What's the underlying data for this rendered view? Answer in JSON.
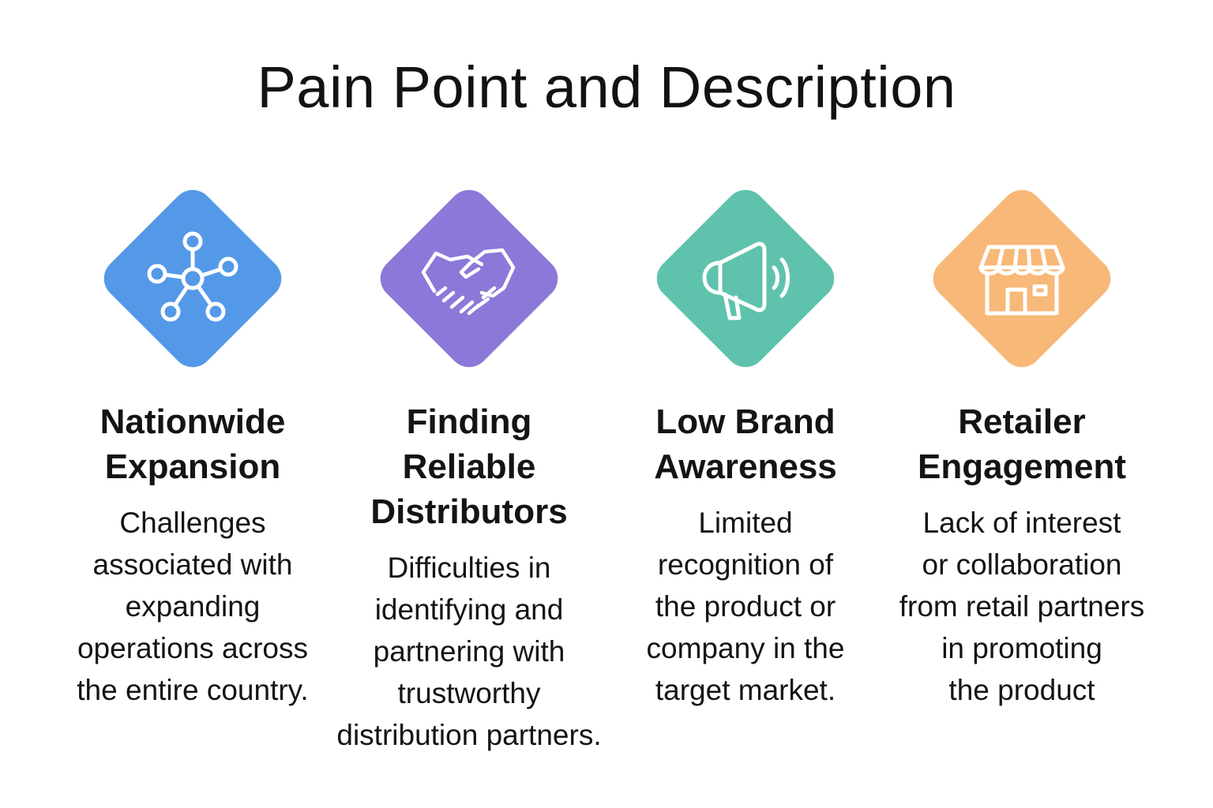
{
  "title": "Pain Point and Description",
  "colors": {
    "blue": "#5499E8",
    "purple": "#8C78D8",
    "teal": "#5FC2AD",
    "orange": "#F8B878",
    "icon_stroke": "#ffffff"
  },
  "cards": [
    {
      "icon": "network-hub-icon",
      "color": "#5499E8",
      "heading": "Nationwide\nExpansion",
      "description": "Challenges\nassociated with\nexpanding\noperations across\nthe entire country."
    },
    {
      "icon": "handshake-icon",
      "color": "#8C78D8",
      "heading": "Finding\nReliable\nDistributors",
      "description": "Difficulties in\nidentifying and\npartnering with\ntrustworthy\ndistribution partners."
    },
    {
      "icon": "megaphone-icon",
      "color": "#5FC2AD",
      "heading": "Low Brand\nAwareness",
      "description": "Limited\nrecognition of\nthe product or\ncompany in the\ntarget market."
    },
    {
      "icon": "storefront-icon",
      "color": "#F8B878",
      "heading": "Retailer\nEngagement",
      "description": "Lack of interest\nor collaboration\nfrom retail partners\nin promoting\nthe product"
    }
  ]
}
